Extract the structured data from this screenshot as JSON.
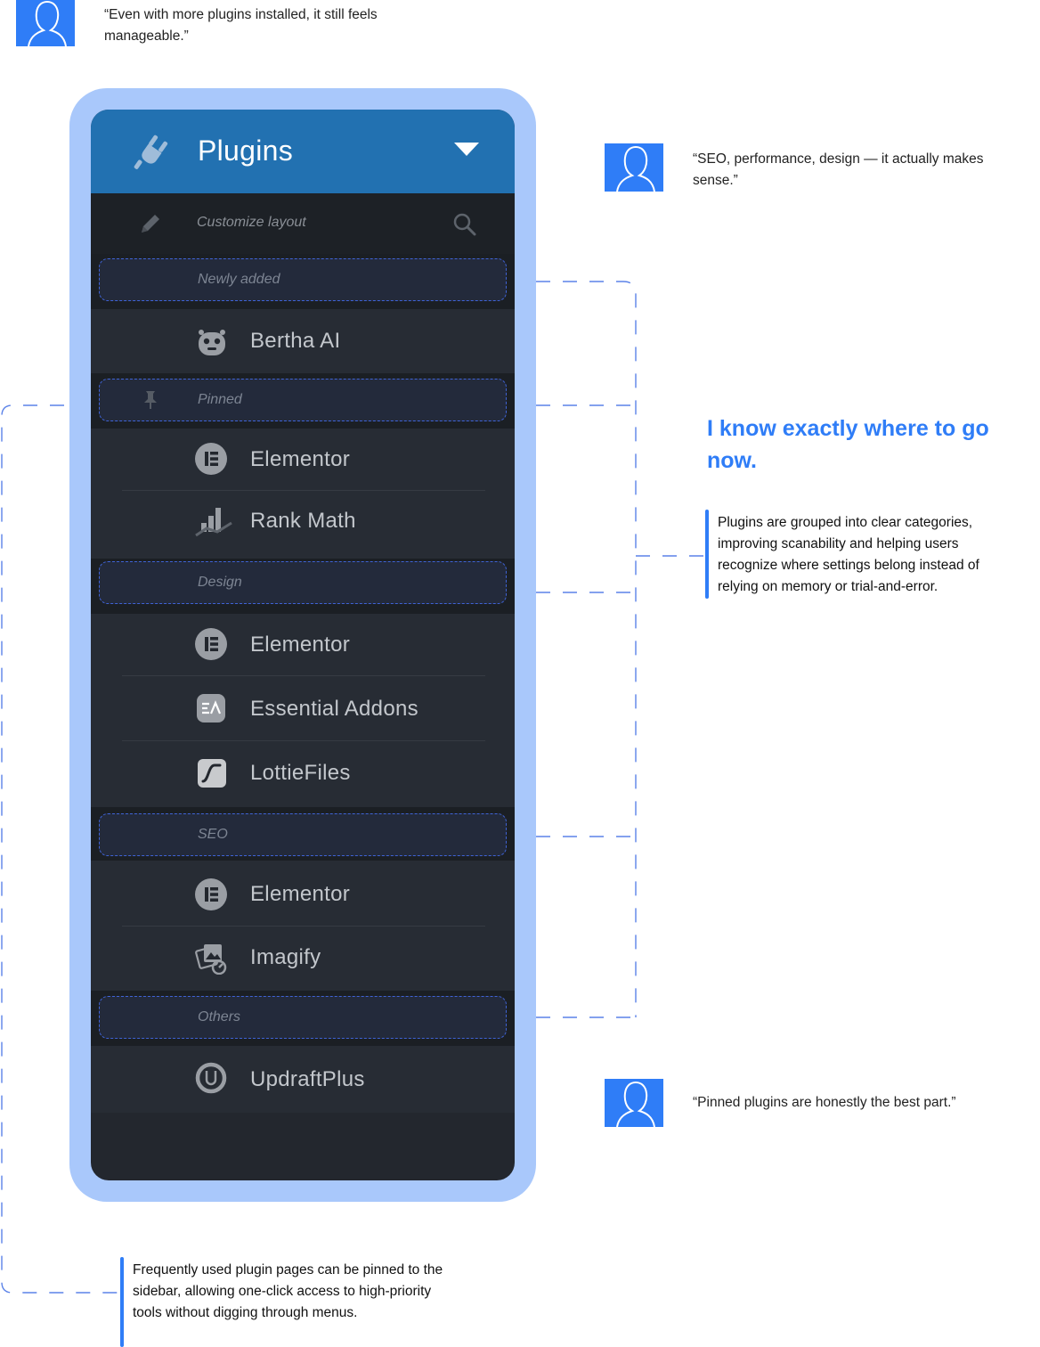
{
  "testimonials": [
    {
      "text": "“Even with more plugins installed, it still feels manageable.”"
    },
    {
      "text": "“SEO, performance, design — it actually makes sense.”"
    },
    {
      "text": "“Pinned plugins are honestly the best part.”"
    }
  ],
  "panel": {
    "title": "Plugins",
    "customize_label": "Customize layout",
    "categories": {
      "newly_added": "Newly added",
      "pinned": "Pinned",
      "design": "Design",
      "seo": "SEO",
      "others": "Others"
    },
    "items": {
      "bertha": "Bertha AI",
      "pinned_elementor": "Elementor",
      "rank_math": "Rank Math",
      "design_elementor": "Elementor",
      "essential_addons": "Essential Addons",
      "lottiefiles": "LottieFiles",
      "seo_elementor": "Elementor",
      "imagify": "Imagify",
      "updraftplus": "UpdraftPlus"
    },
    "icons": {
      "header": "plug-icon",
      "dropdown": "caret-down-icon",
      "customize": "pencil-icon",
      "search": "search-icon",
      "pinned": "pin-icon"
    }
  },
  "annotations": {
    "heading": "I know exactly where to go now.",
    "categories_note": "Plugins are grouped into clear categories, improving scanability and helping users recognize where settings belong instead of relying on memory or trial-and-error.",
    "pinned_note": "Frequently used plugin pages can be pinned to the sidebar, allowing one-click access to high-priority tools without digging through menus."
  },
  "colors": {
    "accent": "#2f7df7",
    "header": "#2271b1",
    "panel": "#23272e",
    "frame": "#a9c8fb",
    "dashed": "#3f63d6"
  }
}
